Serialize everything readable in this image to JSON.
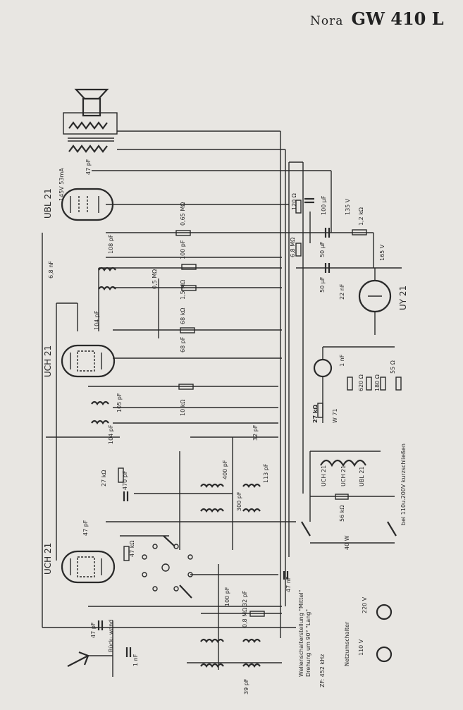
{
  "title": {
    "brand": "Nora",
    "model": "GW 410 L"
  },
  "tubes": [
    {
      "id": "UBL 21",
      "note": "145V 53mA"
    },
    {
      "id": "UCH 21"
    },
    {
      "id": "UCH 21"
    },
    {
      "id": "UY 21"
    },
    {
      "id": "W 71"
    }
  ],
  "labels": {
    "c_47pF_top": "47 pF",
    "r_120": "120 Ω",
    "c_100uF": "100 µF",
    "v_135": "135 V",
    "r_12k": "1,2 kΩ",
    "r_065": "0,65 MΩ",
    "r_68M": "6,8 MΩ",
    "c_50uF_a": "50 µF",
    "v_165": "165 V",
    "c_108": "108 pF",
    "c_100pF": "100 pF",
    "r_05M": "0,5 MΩ",
    "r_15M": "1,5 MΩ",
    "c_50uF_b": "50 µF",
    "c_22nF": "22 nF",
    "c_68nF": "6,8 nF",
    "c_104_a": "104 pF",
    "r_68k": "68 kΩ",
    "c_68pF": "68 pF",
    "c_1nF_a": "1 nF",
    "r_620": "620 Ω",
    "r_180": "180 Ω",
    "r_55": "55 Ω",
    "r_10k": "10 kΩ",
    "c_105": "105 pF",
    "r_27k_a": "27 kΩ",
    "c_104_b": "104 pF",
    "c_32pF_a": "32 pF",
    "r_27k_b": "27 kΩ",
    "c_470pF": "470 pF",
    "c_400pF": "400 pF",
    "c_113": "113 pF",
    "c_300pF": "300 pF",
    "r_56k": "56 kΩ",
    "lamp_uch21": "UCH 21",
    "lamp_uch21b": "UCH 21",
    "lamp_ubl21": "UBL 21",
    "series_note": "bei 110u.200V kurzschließen",
    "c_47pF_mid": "47 pF",
    "r_47k": "47 kΩ",
    "c_47nF": "47 nF",
    "c_100pF_b": "100 pF",
    "c_32pF_b": "32 pF",
    "r_08M": "0,8 MΩ",
    "sw_40W": "40 W",
    "wave_note1": "Wellenschalterstellung \"Mittel\"",
    "wave_note2": "Drehung um 90° \"Lang\"",
    "zf": "ZF: 452 kHz",
    "netz": "Netzumschalter",
    "v220": "220 V",
    "v110": "110 V",
    "ruckwand": "Rück- wand",
    "c_47pF_bot": "47 pF",
    "c_1nF_b": "1 nF",
    "c_39pF": "39 pF"
  }
}
